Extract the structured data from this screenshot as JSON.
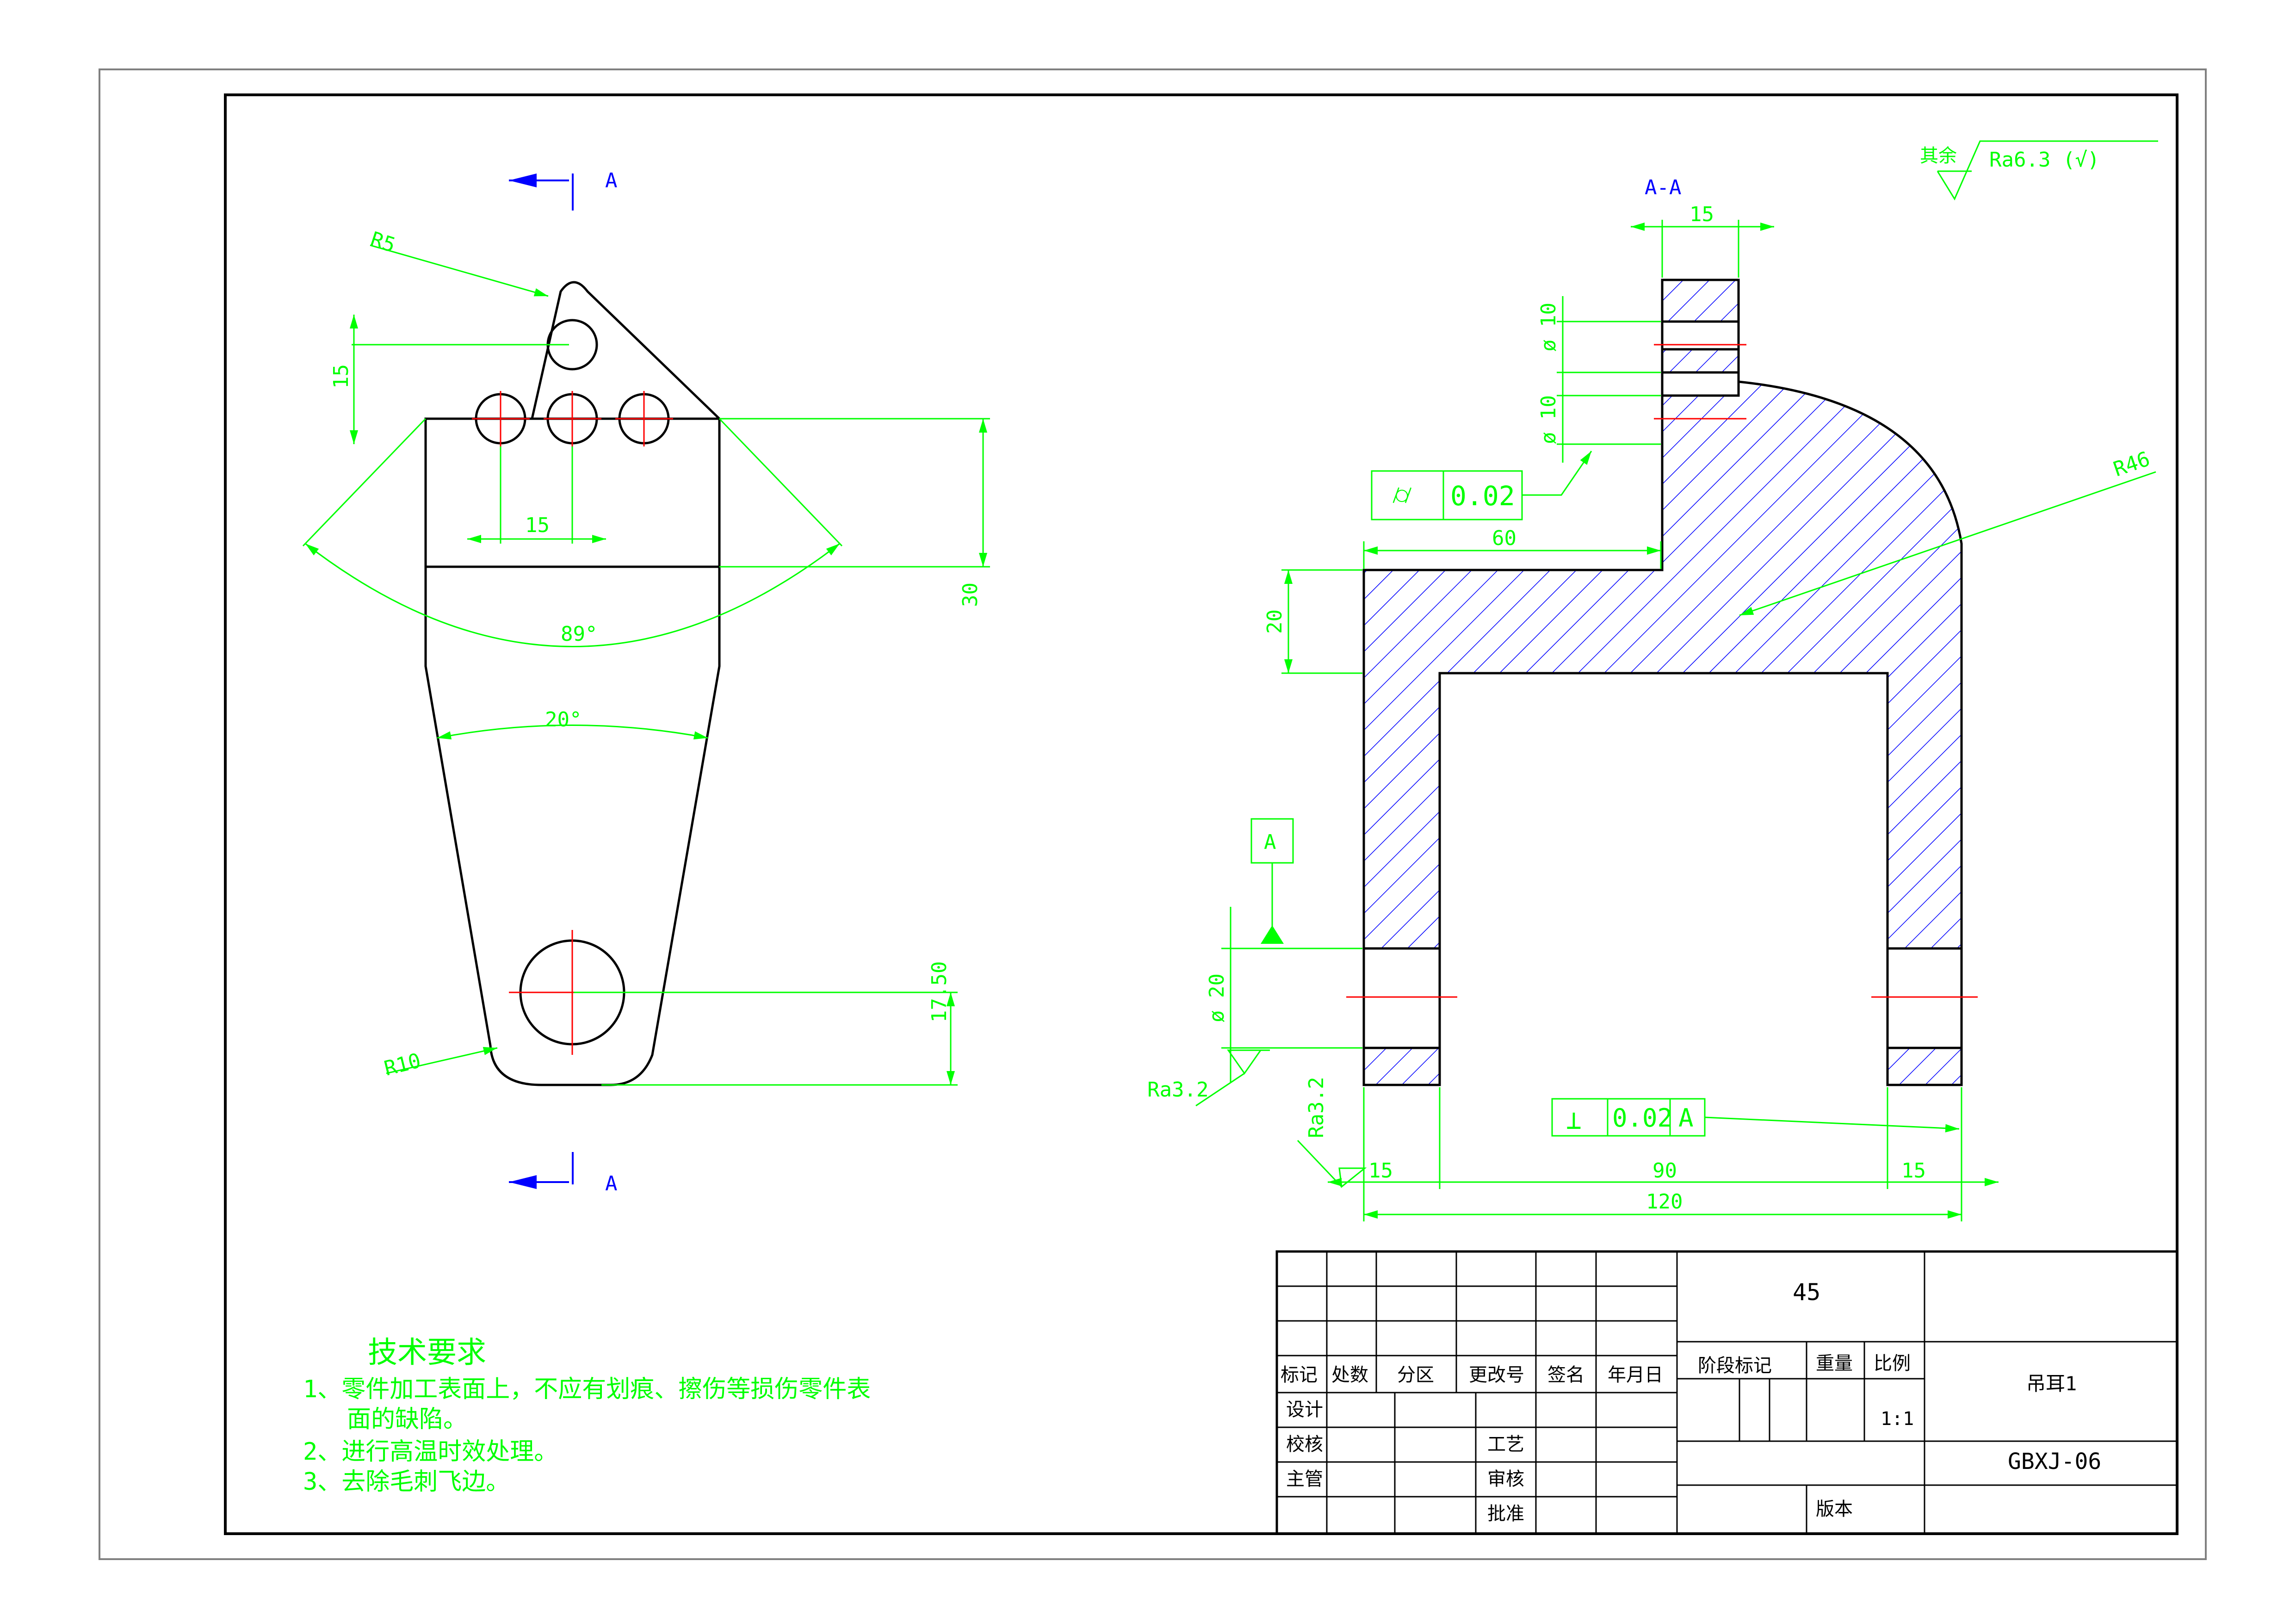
{
  "colors": {
    "outline": "#000000",
    "dimension": "#00ff00",
    "centerline": "#ff0000",
    "hatch_and_section": "#0000ff",
    "border": "#808080"
  },
  "section_marks": {
    "top": "A",
    "bottom": "A",
    "view_title": "A-A"
  },
  "surface_finish": {
    "prefix": "其余",
    "default": "Ra6.3  (√)",
    "marks": [
      "Ra3.2",
      "Ra3.2"
    ]
  },
  "left_view_dims": {
    "r_top": "R5",
    "vertical_15": "15",
    "horizontal_15": "15",
    "angle_top": "89°",
    "height_30": "30",
    "angle_waist": "20°",
    "height_1750": "17.50",
    "r_bottom": "R10"
  },
  "right_view_dims": {
    "width_15": "15",
    "hole_1": "ø 10",
    "hole_2": "ø 10",
    "length_60": "60",
    "thick_20": "20",
    "radius_46": "R46",
    "hole_bottom": "ø 20",
    "dim_15_left": "15",
    "dim_90": "90",
    "dim_15_right": "15",
    "dim_120": "120"
  },
  "gdt": {
    "cylindricity": {
      "symbol": "⌭",
      "value": "0.02"
    },
    "datum": "A",
    "perpendicularity": {
      "symbol": "⊥",
      "value": "0.02",
      "datum": "A"
    }
  },
  "tech_requirements": {
    "title": "技术要求",
    "lines": [
      "1、零件加工表面上，不应有划痕、擦伤等损伤零件表",
      "面的缺陷。",
      "2、进行高温时效处理。",
      "3、去除毛刺飞边。"
    ]
  },
  "title_block": {
    "material": "45",
    "part_name": "吊耳1",
    "drawing_number": "GBXJ-06",
    "scale": "1:1",
    "headers": [
      "标记",
      "处数",
      "分区",
      "更改号",
      "签名",
      "年月日"
    ],
    "stage_mark": "阶段标记",
    "weight": "重量",
    "scale_label": "比例",
    "roles_left": [
      "设计",
      "校核",
      "主管"
    ],
    "roles_right": [
      "工艺",
      "审核",
      "批准"
    ],
    "version": "版本"
  }
}
